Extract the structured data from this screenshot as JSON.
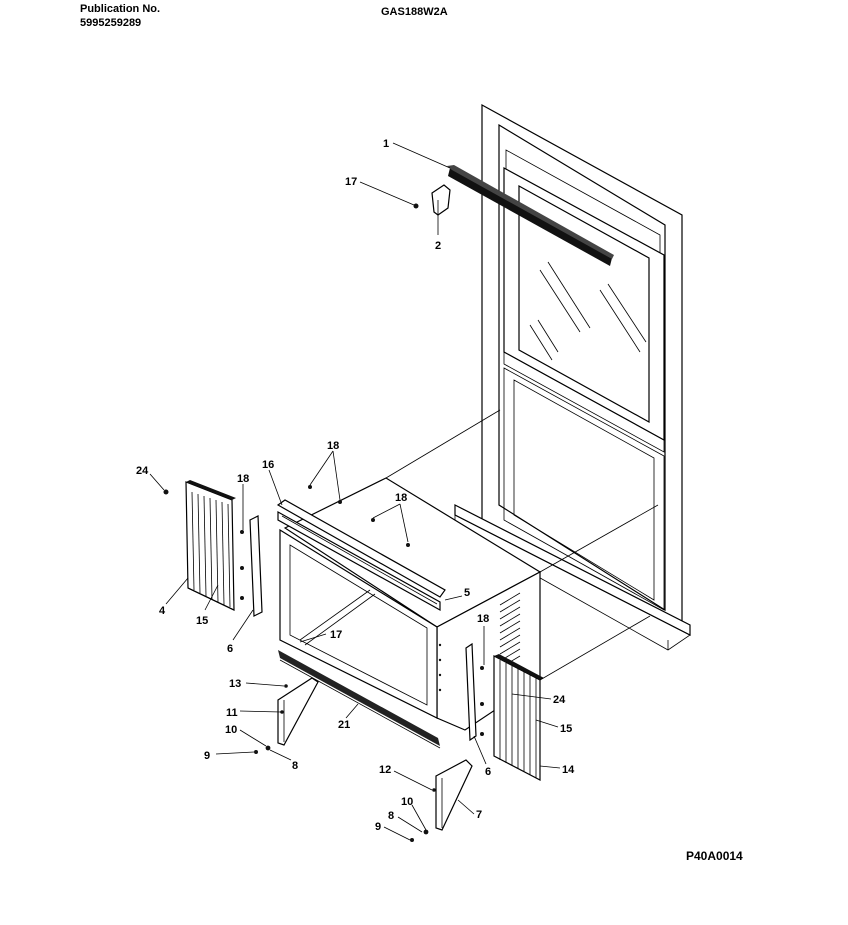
{
  "header": {
    "publication_label": "Publication No.",
    "publication_number": "5995259289",
    "model_number": "GAS188W2A"
  },
  "figure_code": "P40A0014",
  "callouts": [
    {
      "id": "c1",
      "text": "1"
    },
    {
      "id": "c17a",
      "text": "17"
    },
    {
      "id": "c2",
      "text": "2"
    },
    {
      "id": "c18a",
      "text": "18"
    },
    {
      "id": "c16",
      "text": "16"
    },
    {
      "id": "c18b",
      "text": "18"
    },
    {
      "id": "c18c",
      "text": "18"
    },
    {
      "id": "c24a",
      "text": "24"
    },
    {
      "id": "c4",
      "text": "4"
    },
    {
      "id": "c15a",
      "text": "15"
    },
    {
      "id": "c6a",
      "text": "6"
    },
    {
      "id": "c5",
      "text": "5"
    },
    {
      "id": "c17b",
      "text": "17"
    },
    {
      "id": "c18d",
      "text": "18"
    },
    {
      "id": "c13",
      "text": "13"
    },
    {
      "id": "c11",
      "text": "11"
    },
    {
      "id": "c10a",
      "text": "10"
    },
    {
      "id": "c9a",
      "text": "9"
    },
    {
      "id": "c8a",
      "text": "8"
    },
    {
      "id": "c21",
      "text": "21"
    },
    {
      "id": "c24b",
      "text": "24"
    },
    {
      "id": "c15b",
      "text": "15"
    },
    {
      "id": "c6b",
      "text": "6"
    },
    {
      "id": "c14",
      "text": "14"
    },
    {
      "id": "c12",
      "text": "12"
    },
    {
      "id": "c7",
      "text": "7"
    },
    {
      "id": "c8b",
      "text": "8"
    },
    {
      "id": "c10b",
      "text": "10"
    },
    {
      "id": "c9b",
      "text": "9"
    }
  ]
}
